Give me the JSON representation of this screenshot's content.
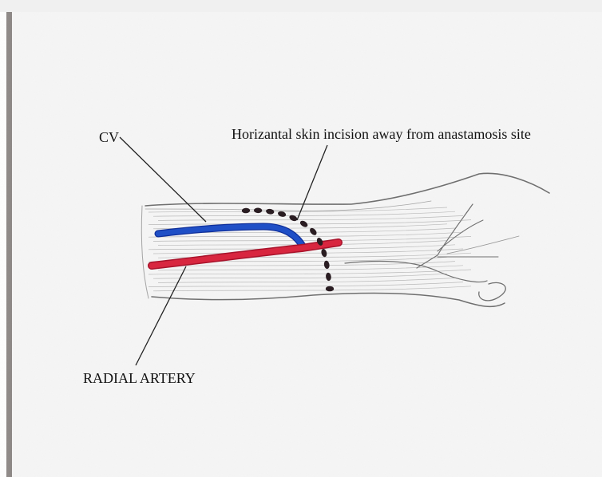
{
  "labels": {
    "cv": "CV",
    "incision": "Horizantal skin incision away from anastamosis site",
    "radial_artery": "RADIAL ARTERY"
  },
  "colors": {
    "paper": "#f6f6f6",
    "sketch": "#6f6f6f",
    "vein": "#1f4fc6",
    "artery": "#d8263f",
    "incision": "#2a1d22",
    "leader": "#222222"
  }
}
